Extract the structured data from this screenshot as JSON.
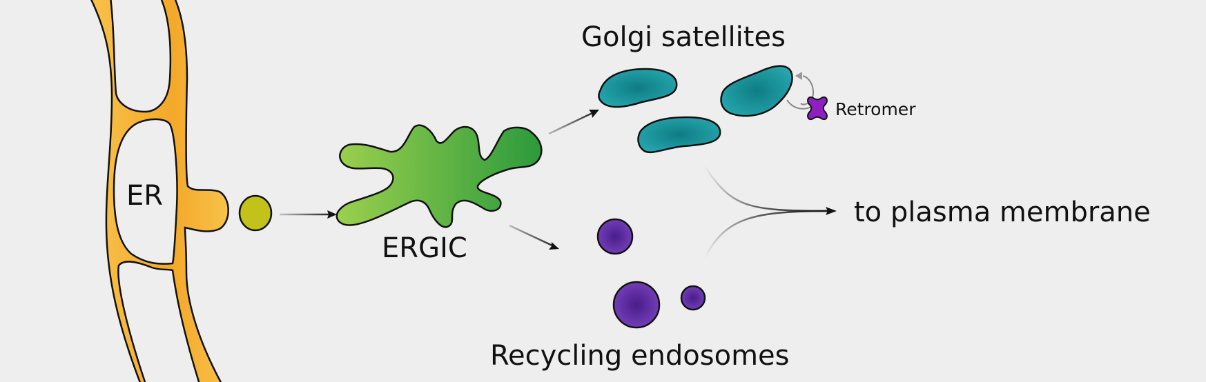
{
  "labels": {
    "er": "ER",
    "ergic": "ERGIC",
    "golgi_satellites": "Golgi satellites",
    "retromer": "Retromer",
    "plasma_membrane": "to plasma membrane",
    "recycling_endosomes": "Recycling endosomes"
  },
  "colors": {
    "background": "#eeeeee",
    "er": "#f7b731",
    "vesicle": "#c2c21a",
    "ergic": "#5cb040",
    "golgi": "#1f9ba3",
    "endosome": "#5a2a9e",
    "retromer": "#8e1fc1",
    "outline": "#111111"
  }
}
